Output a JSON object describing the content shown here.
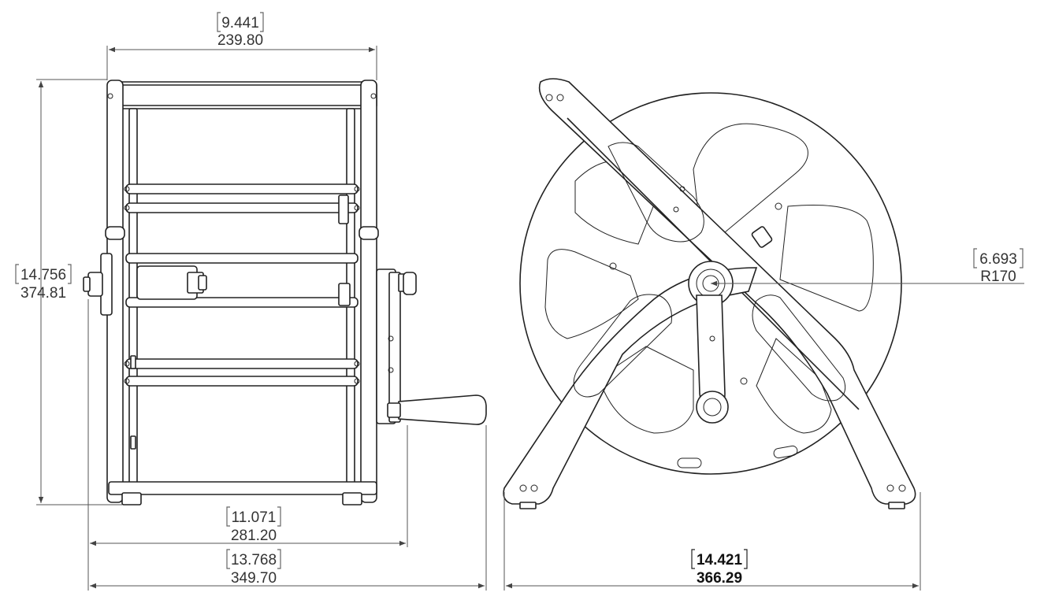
{
  "dimensions": {
    "top_width": {
      "inch": "9.441",
      "mm": "239.80"
    },
    "height": {
      "inch": "14.756",
      "mm": "374.81"
    },
    "base_width": {
      "inch": "11.071",
      "mm": "281.20"
    },
    "overall_width": {
      "inch": "13.768",
      "mm": "349.70"
    },
    "radius": {
      "inch": "6.693",
      "mm": "R170"
    },
    "side_width": {
      "inch": "14.421",
      "mm": "366.29"
    }
  },
  "colors": {
    "line": "#222222",
    "dimension": "#555555",
    "background": "#ffffff"
  }
}
